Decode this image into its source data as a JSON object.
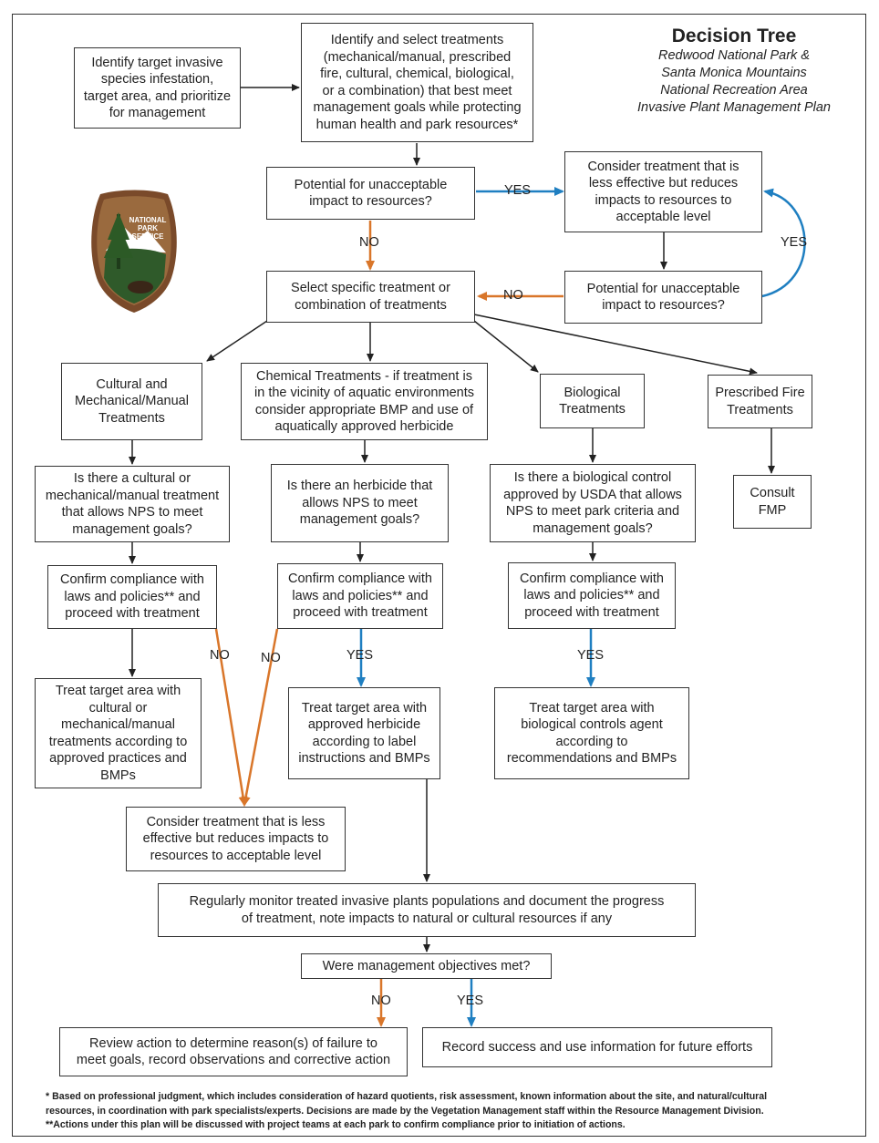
{
  "title": {
    "heading": "Decision Tree",
    "line1": "Redwood National Park &",
    "line2": "Santa Monica Mountains",
    "line3": "National Recreation Area",
    "line4": "Invasive Plant Management Plan"
  },
  "logo": {
    "text1": "NATIONAL",
    "text2": "PARK",
    "text3": "SERVICE",
    "icon": "arrowhead-logo"
  },
  "nodes": {
    "identify_target": "Identify target invasive\nspecies infestation,\ntarget area, and prioritize\nfor management",
    "identify_select": "Identify and select treatments\n(mechanical/manual, prescribed\nfire, cultural, chemical, biological,\nor a combination) that best meet\nmanagement goals while protecting\nhuman health and park resources*",
    "potential1": "Potential for unacceptable\nimpact to resources?",
    "consider_less": "Consider treatment that is\nless effective but reduces\nimpacts to resources to\nacceptable level",
    "potential2": "Potential for unacceptable\nimpact to resources?",
    "select_specific": "Select specific treatment or\ncombination of treatments",
    "cultural": "Cultural and\nMechanical/Manual\nTreatments",
    "chemical": "Chemical Treatments - if treatment is\nin the vicinity of aquatic environments\nconsider appropriate BMP and use of\naquatically approved herbicide",
    "biological": "Biological\nTreatments",
    "fire": "Prescribed Fire\nTreatments",
    "q_cultural": "Is there a cultural or\nmechanical/manual treatment\nthat allows NPS to meet\nmanagement goals?",
    "q_herbicide": "Is there an herbicide that\nallows NPS to meet\nmanagement goals?",
    "q_bio": "Is there a biological control\napproved by USDA that allows\nNPS to meet park criteria and\nmanagement goals?",
    "consult_fmp": "Consult\nFMP",
    "confirm1": "Confirm compliance with\nlaws and policies** and\nproceed with treatment",
    "confirm2": "Confirm compliance with\nlaws and policies** and\nproceed with treatment",
    "confirm3": "Confirm compliance with\nlaws and policies** and\nproceed with treatment",
    "treat_cultural": "Treat target area with\ncultural or\nmechanical/manual\ntreatments according to\napproved practices and\nBMPs",
    "treat_herbicide": "Treat target area with\napproved herbicide\naccording to label\ninstructions and BMPs",
    "treat_bio": "Treat target area with\nbiological controls agent\naccording to\nrecommendations and BMPs",
    "consider_less2": "Consider treatment that is less\neffective but reduces impacts to\nresources to acceptable level",
    "monitor": "Regularly monitor treated invasive plants populations and document the progress\nof treatment, note impacts to natural or cultural resources if any",
    "objectives": "Were management objectives met?",
    "review": "Review action to determine reason(s) of failure to\nmeet goals, record observations and corrective action",
    "record": "Record success and use information for future efforts"
  },
  "labels": {
    "yes": "YES",
    "no": "NO"
  },
  "footnotes": {
    "line1": "* Based on professional judgment, which includes consideration of hazard quotients, risk assessment, known information about the site, and natural/cultural",
    "line2": "resources, in coordination with park specialists/experts. Decisions are made by the Vegetation Management staff within the Resource Management Division.",
    "line3": "**Actions under this plan will be discussed with project teams at each park to confirm compliance prior to initiation of actions."
  },
  "colors": {
    "yes": "#1f7fc1",
    "no": "#d9762a",
    "line": "#222222"
  }
}
